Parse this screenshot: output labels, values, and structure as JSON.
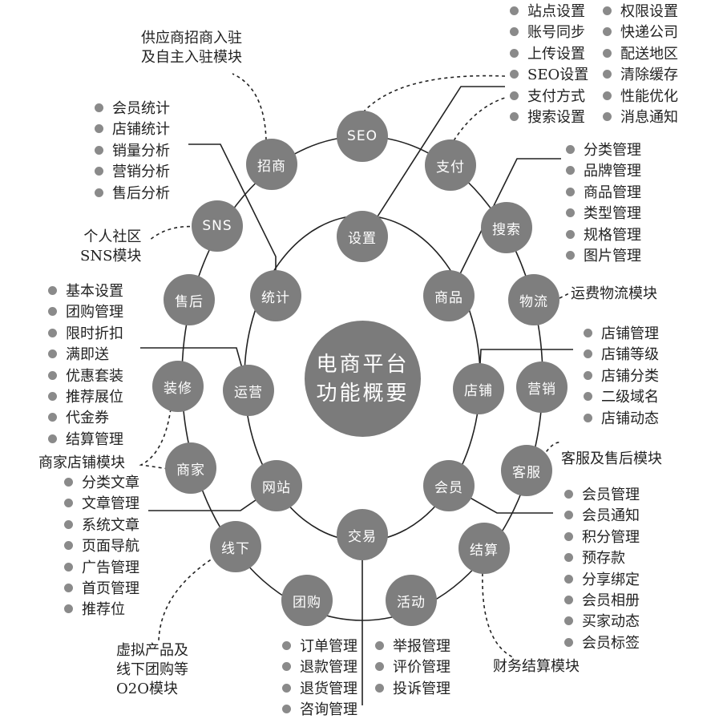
{
  "center": {
    "line1": "电商平台",
    "line2": "功能概要"
  },
  "outer_ring": {
    "seo": "SEO",
    "zhifu": "支付",
    "sousuo": "搜索",
    "wuliu": "物流",
    "yingxiao": "营销",
    "kefu": "客服",
    "jiesuan": "结算",
    "huodong": "活动",
    "tuangou": "团购",
    "xianxia": "线下",
    "shangjia": "商家",
    "zhuangxiu": "装修",
    "shouhou": "售后",
    "sns": "SNS",
    "zhaoshang": "招商"
  },
  "inner_ring": {
    "shezhi": "设置",
    "shangpin": "商品",
    "dianpu": "店铺",
    "huiyuan": "会员",
    "jiaoyi": "交易",
    "wangzhan": "网站",
    "yunying": "运营",
    "tongji": "统计"
  },
  "lists": {
    "settings_col1": [
      "站点设置",
      "账号同步",
      "上传设置",
      "SEO设置",
      "支付方式",
      "搜索设置"
    ],
    "settings_col2": [
      "权限设置",
      "快递公司",
      "配送地区",
      "清除缓存",
      "性能优化",
      "消息通知"
    ],
    "goods": [
      "分类管理",
      "品牌管理",
      "商品管理",
      "类型管理",
      "规格管理",
      "图片管理"
    ],
    "stores": [
      "店铺管理",
      "店铺等级",
      "店铺分类",
      "二级域名",
      "店铺动态"
    ],
    "members": [
      "会员管理",
      "会员通知",
      "积分管理",
      "预存款",
      "分享绑定",
      "会员相册",
      "买家动态",
      "会员标签"
    ],
    "stats": [
      "会员统计",
      "店铺统计",
      "销量分析",
      "营销分析",
      "售后分析"
    ],
    "operations": [
      "基本设置",
      "团购管理",
      "限时折扣",
      "满即送",
      "优惠套装",
      "推荐展位",
      "代金券",
      "结算管理"
    ],
    "website": [
      "分类文章",
      "文章管理",
      "系统文章",
      "页面导航",
      "广告管理",
      "首页管理",
      "推荐位"
    ],
    "trade_col1": [
      "订单管理",
      "退款管理",
      "退货管理",
      "咨询管理"
    ],
    "trade_col2": [
      "举报管理",
      "评价管理",
      "投诉管理"
    ]
  },
  "notes": {
    "supplier": [
      "供应商招商入驻",
      "及自主入驻模块"
    ],
    "sns": [
      "个人社区",
      "SNS模块"
    ],
    "logistics": [
      "运费物流模块"
    ],
    "service": [
      "客服及售后模块"
    ],
    "merchant": [
      "商家店铺模块"
    ],
    "offline": [
      "虚拟产品及",
      "线下团购等",
      "O2O模块"
    ],
    "finance": [
      "财务结算模块"
    ]
  }
}
